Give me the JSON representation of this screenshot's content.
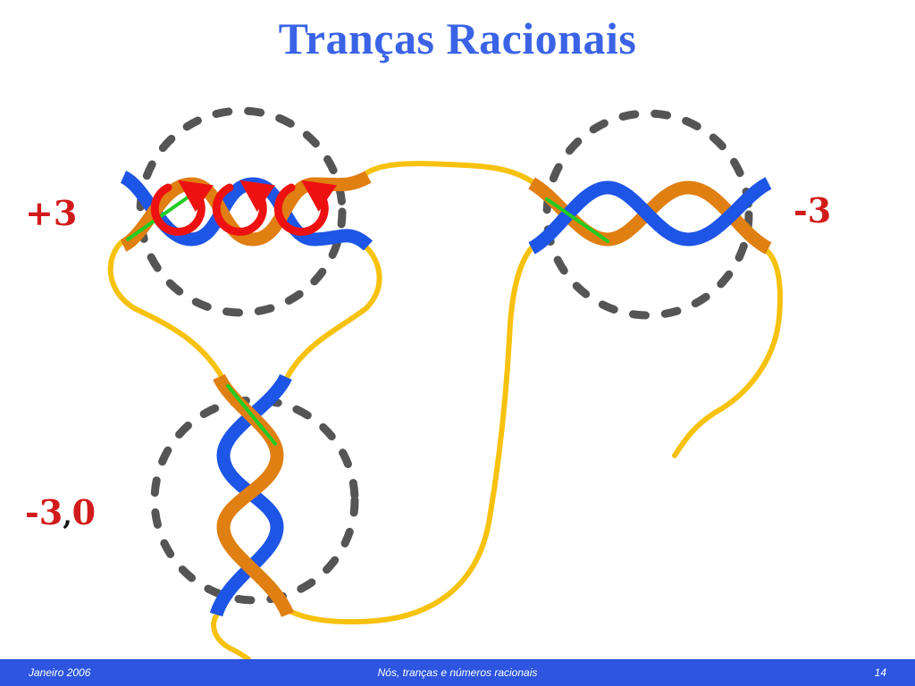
{
  "title": "Tranças Racionais",
  "labels": {
    "left_top": "+3",
    "right_top": "-3",
    "bottom_first": "-3",
    "bottom_sep": ",",
    "bottom_second": "0"
  },
  "footer": {
    "date": "Janeiro 2006",
    "center": "Nós, tranças e números racionais",
    "page": "14"
  },
  "colors": {
    "title": "#3a63e6",
    "label": "#d11a1a",
    "strand_blue": "#1d55e6",
    "strand_orange": "#e07f12",
    "connector": "#f7c20e",
    "dash": "#555555",
    "marker": "#22cc22",
    "rotation": "#ee1111",
    "footer_bg": "#2d55e0"
  }
}
